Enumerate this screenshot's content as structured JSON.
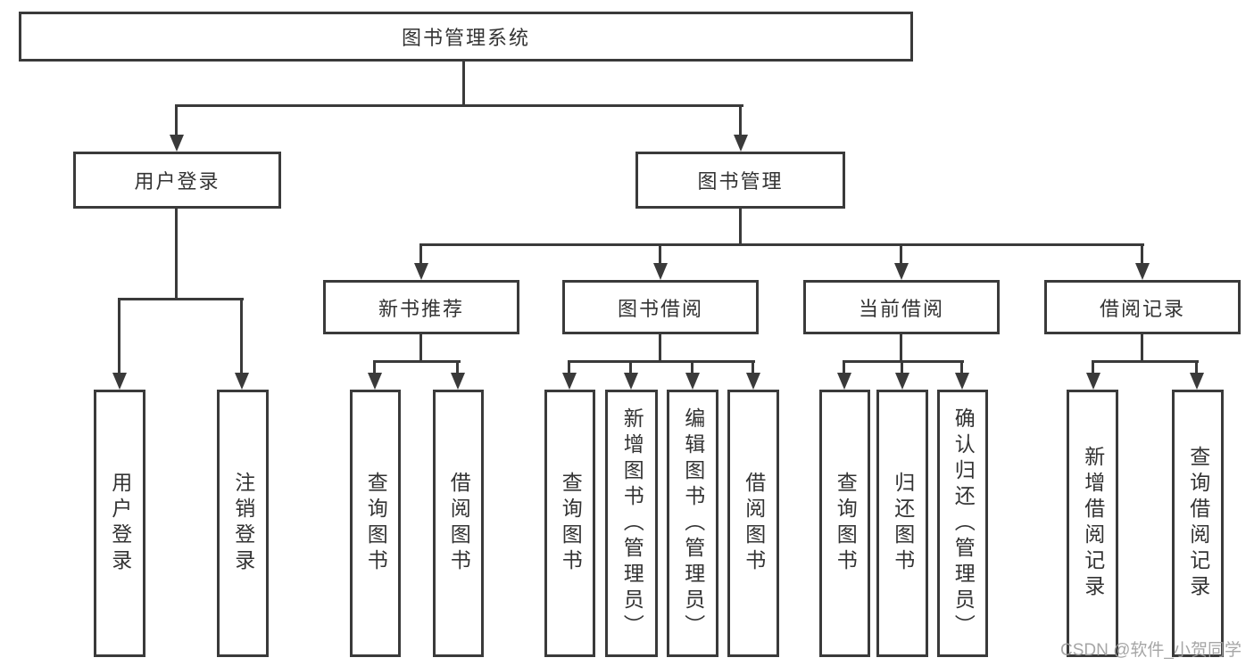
{
  "diagram": {
    "root": "图书管理系统",
    "branches": [
      {
        "label": "用户登录",
        "leaves": [
          "用户登录",
          "注销登录"
        ]
      },
      {
        "label": "图书管理",
        "groups": [
          {
            "label": "新书推荐",
            "leaves": [
              "查询图书",
              "借阅图书"
            ]
          },
          {
            "label": "图书借阅",
            "leaves": [
              "查询图书",
              "新增图书（管理员）",
              "编辑图书（管理员）",
              "借阅图书"
            ]
          },
          {
            "label": "当前借阅",
            "leaves": [
              "查询图书",
              "归还图书",
              "确认归还（管理员）"
            ]
          },
          {
            "label": "借阅记录",
            "leaves": [
              "新增借阅记录",
              "查询借阅记录"
            ]
          }
        ]
      }
    ],
    "watermark": "CSDN @软件_小贺同学",
    "colors": {
      "line": "#3a3a3a",
      "text": "#333333",
      "background": "#ffffff",
      "watermark": "#9e9e9e"
    }
  }
}
